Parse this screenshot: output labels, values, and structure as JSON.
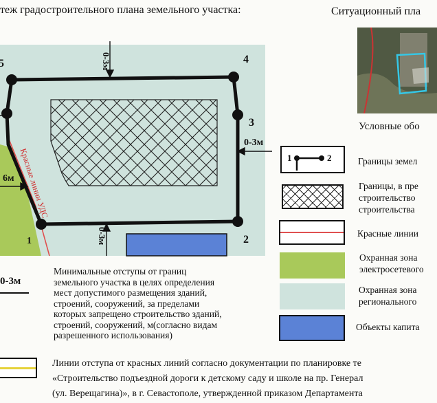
{
  "header": {
    "title": "теж градостроительного плана земельного участка:",
    "situational_title": "Ситуационный пла"
  },
  "drawing": {
    "corner_labels": [
      "1",
      "2",
      "3",
      "4",
      "5"
    ],
    "offset_labels": {
      "top": "0-3м",
      "right": "0-3м",
      "bottom": "0-3м",
      "left_6m": "6м",
      "left_bottom": "0-3м"
    },
    "red_line_label": "Красные линии УДС"
  },
  "colors": {
    "light_blue_zone": "#cfe3dd",
    "green_zone": "#a9c95a",
    "capital_blue": "#5b82d6",
    "red_line": "#e05050",
    "boundary": "#111111"
  },
  "legend": {
    "title": "Условные обо",
    "items": [
      {
        "lines": [
          "Границы земел"
        ],
        "marker_left": "1",
        "marker_right": "2"
      },
      {
        "lines": [
          "Границы, в пре",
          "строительство",
          "строительства"
        ]
      },
      {
        "lines": [
          "Красные линии"
        ]
      },
      {
        "lines": [
          "Охранная зона",
          "электросетевого"
        ]
      },
      {
        "lines": [
          "Охранная зона",
          "регионального"
        ]
      },
      {
        "lines": [
          "Объекты капита"
        ]
      }
    ]
  },
  "notes": {
    "min_offsets": [
      "Минимальные отступы от границ",
      "земельного участка в целях определения",
      "мест допустимого размещения зданий,",
      "строений, сооружений, за пределами",
      "которых запрещено строительство зданий,",
      "строений, сооружений, м(согласно видам",
      "разрешенного использования)"
    ],
    "bottom_lines": [
      "Линии отступа от красных линий согласно документации по планировке те",
      "«Строительство подъездной дороги к детскому саду и школе на пр. Генерал",
      "(ул. Верещагина)», в г. Севастополе, утвержденной приказом Департамента"
    ]
  }
}
